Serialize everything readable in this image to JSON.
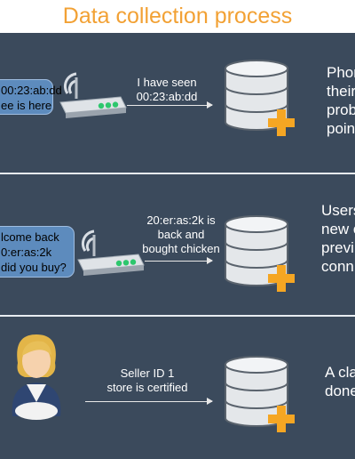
{
  "title": "Data collection process",
  "rows": [
    {
      "bubble_lines": [
        "00:23:ab:dd",
        "ee is here"
      ],
      "message_lines": [
        "I have seen",
        "00:23:ab:dd"
      ],
      "side_lines": [
        "Phor",
        "their",
        "prob",
        "poin"
      ]
    },
    {
      "bubble_lines": [
        "lcome back",
        "0:er:as:2k",
        "did you buy?"
      ],
      "message_lines": [
        "20:er:as:2k is",
        "back and",
        "bought chicken"
      ],
      "side_lines": [
        "Users",
        "new c",
        "previ",
        "conn"
      ]
    },
    {
      "message_lines": [
        "Seller ID 1",
        "store is certified"
      ],
      "side_lines": [
        "A cla",
        "done"
      ]
    }
  ],
  "colors": {
    "background": "#3b4a5c",
    "title": "#f2a134",
    "bubble": "#5d8bbd",
    "plus": "#f5a623"
  },
  "icons": [
    "wireless-router-icon",
    "database-add-icon",
    "seller-person-icon"
  ]
}
